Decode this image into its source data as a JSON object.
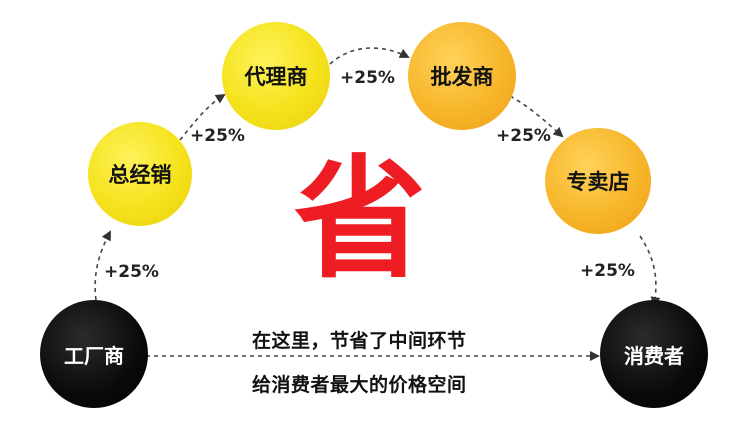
{
  "nodes": {
    "factory": "工厂商",
    "distributor": "总经销",
    "agent": "代理商",
    "wholesaler": "批发商",
    "store": "专卖店",
    "consumer": "消费者"
  },
  "markups": {
    "factory_to_distributor": "+25%",
    "distributor_to_agent": "+25%",
    "agent_to_wholesaler": "+25%",
    "wholesaler_to_store": "+25%",
    "store_to_consumer": "+25%"
  },
  "center_char": "省",
  "message": {
    "line1": "在这里，节省了中间环节",
    "line2": "给消费者最大的价格空间"
  },
  "colors": {
    "yellow_node": "#f5e21c",
    "orange_node": "#f7b62a",
    "black_node": "#000000",
    "accent_red": "#ee1d23"
  }
}
